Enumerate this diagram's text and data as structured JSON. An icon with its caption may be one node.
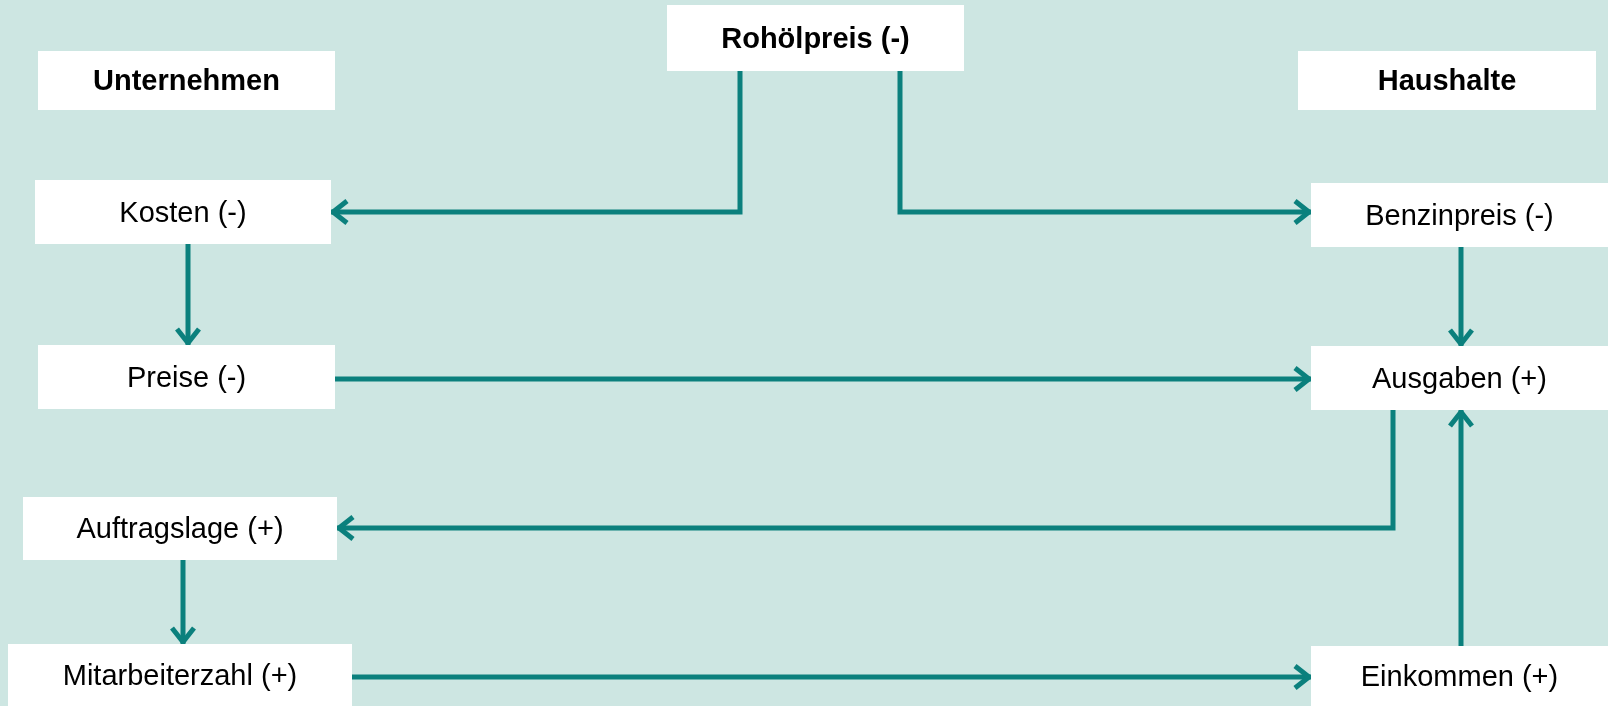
{
  "diagram": {
    "nodes": [
      {
        "text": [
          "Rohölpreis (-)"
        ]
      },
      {
        "text": [
          "Unternehmen"
        ]
      },
      {
        "text": [
          "Haushalte"
        ]
      },
      {
        "text": [
          "Kosten (-)"
        ]
      },
      {
        "text": [
          "Benzinpreis (-)"
        ]
      },
      {
        "text": [
          "Preise (-)"
        ]
      },
      {
        "text": [
          "Ausgaben (+)"
        ]
      },
      {
        "text": [
          "Auftragslage (+)"
        ]
      },
      {
        "text": [
          "Mitarbeiterzahl (+)"
        ]
      },
      {
        "text": [
          "Einkommen (+)"
        ]
      }
    ],
    "edges": [
      {
        "from": 0,
        "to": 3,
        "arrow": "to"
      },
      {
        "from": 0,
        "to": 4,
        "arrow": "to"
      },
      {
        "from": 3,
        "to": 5,
        "arrow": "to"
      },
      {
        "from": 4,
        "to": 6,
        "arrow": "to"
      },
      {
        "from": 5,
        "to": 6,
        "arrow": "to"
      },
      {
        "from": 6,
        "to": 7,
        "arrow": "to"
      },
      {
        "from": 7,
        "to": 8,
        "arrow": "to"
      },
      {
        "from": 8,
        "to": 9,
        "arrow": "to"
      },
      {
        "from": 9,
        "to": 6,
        "arrow": "to"
      }
    ]
  }
}
